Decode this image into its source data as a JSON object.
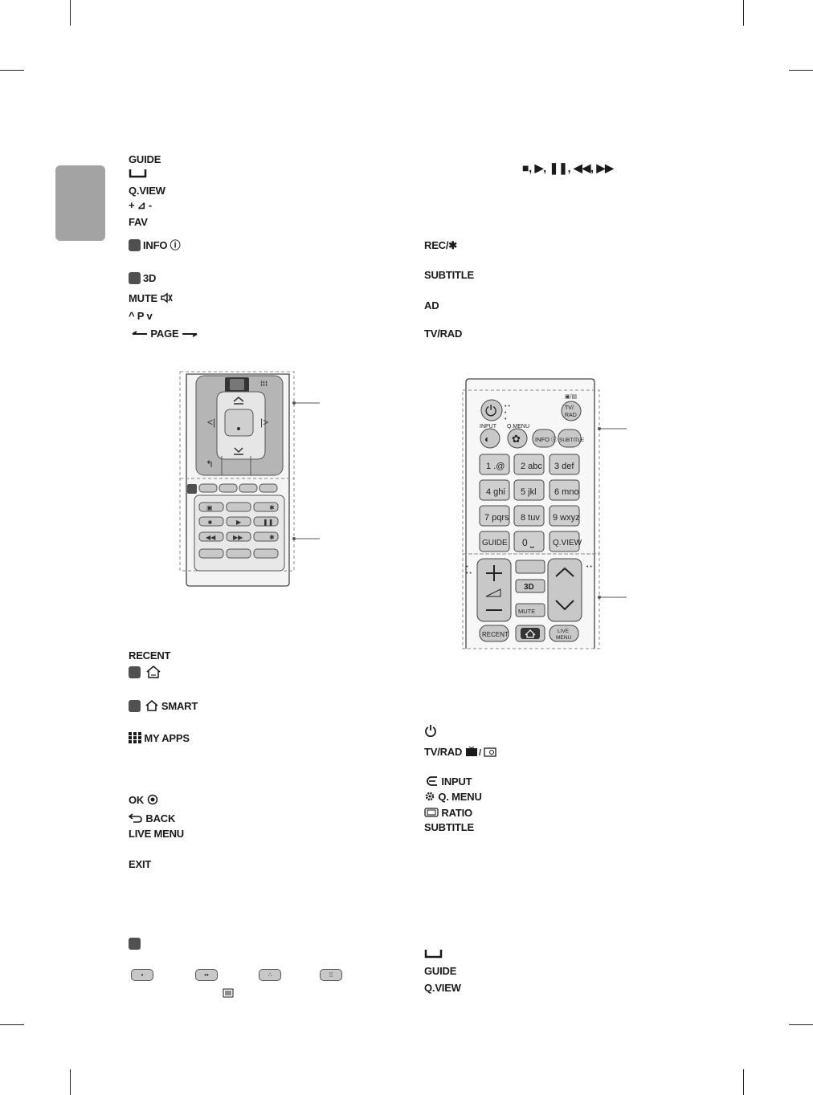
{
  "left_labels": {
    "guide": "GUIDE",
    "space": "⎵",
    "qview": "Q.VIEW",
    "volume": "+ ⊿ -",
    "fav": "FAV",
    "info": "INFO ⓘ",
    "three_d": "3D",
    "mute": "MUTE",
    "program": "^ P v",
    "page": "PAGE",
    "recent": "RECENT",
    "smart": "SMART",
    "my_apps": "MY APPS",
    "ok": "OK",
    "back": "BACK",
    "live_menu": "LIVE MENU",
    "exit": "EXIT"
  },
  "right_labels": {
    "playback": "■, ▶, ❚❚, ◀◀, ▶▶",
    "rec": "REC/✱",
    "subtitle": "SUBTITLE",
    "ad": "AD",
    "tv_rad": "TV/RAD",
    "tv_rad_icons": "TV/RAD",
    "input": "INPUT",
    "q_menu": "Q. MENU",
    "ratio": "RATIO",
    "subtitle2": "SUBTITLE",
    "space": "⎵",
    "guide": "GUIDE",
    "qview": "Q.VIEW"
  },
  "remote_right": {
    "input": "INPUT",
    "qmenu": "Q.MENU",
    "info": "INFO ⓘ",
    "subtitle": "SUBTITLE",
    "tvrad": "TV/ RAD",
    "keys": [
      "1 .@",
      "2 abc",
      "3 def",
      "4 ghi",
      "5 jkl",
      "6 mno",
      "7 pqrs",
      "8 tuv",
      "9 wxyz"
    ],
    "guide": "GUIDE",
    "zero": "0 ⎵",
    "qview": "Q.VIEW",
    "three_d": "3D",
    "mute": "MUTE",
    "recent": "RECENT",
    "live_menu": "LIVE MENU"
  },
  "color_buttons": [
    "•",
    "••",
    "∴",
    "⁞⁞"
  ],
  "colors": {
    "tab_grey": "#a3a3a3",
    "key_square": "#505050",
    "button_grey": "#c8c8c8",
    "remote_body": "#d6d6d6"
  }
}
